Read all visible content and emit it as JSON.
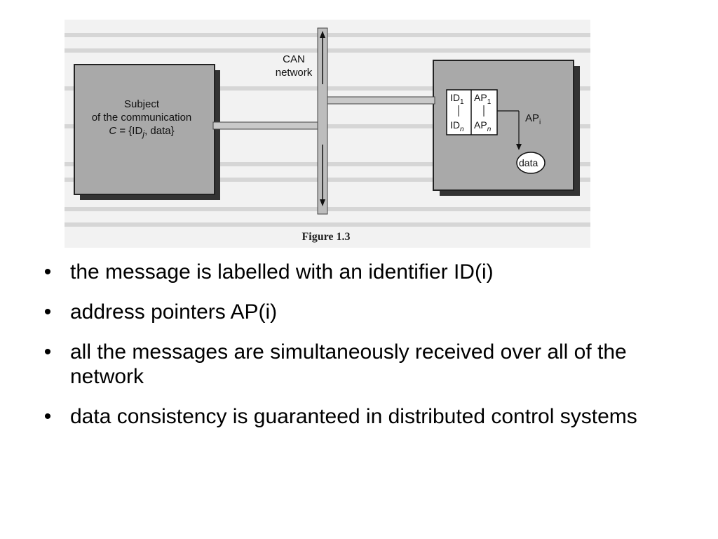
{
  "figure": {
    "subject": {
      "line1": "Subject",
      "line2": "of the communication",
      "c_symbol": "C",
      "set_open": " = {ID",
      "id_sub": "j",
      "set_close": ", data}"
    },
    "network": {
      "line1": "CAN",
      "line2": "network"
    },
    "node": {
      "id_top": "ID",
      "id_top_sub": "1",
      "id_bottom": "ID",
      "id_bottom_sub": "n",
      "ap_top": "AP",
      "ap_top_sub": "1",
      "ap_bottom": "AP",
      "ap_bottom_sub": "n",
      "ap_out": "AP",
      "ap_out_sub": "i",
      "data_label": "data"
    },
    "caption": "Figure 1.3"
  },
  "bullets": [
    {
      "text": "the message is labelled with an identifier ID(i)"
    },
    {
      "text": "address pointers AP(i)"
    },
    {
      "text": "all the messages are simultaneously received over all of the network"
    },
    {
      "text": "data consistency is guaranteed in distributed control systems"
    }
  ]
}
